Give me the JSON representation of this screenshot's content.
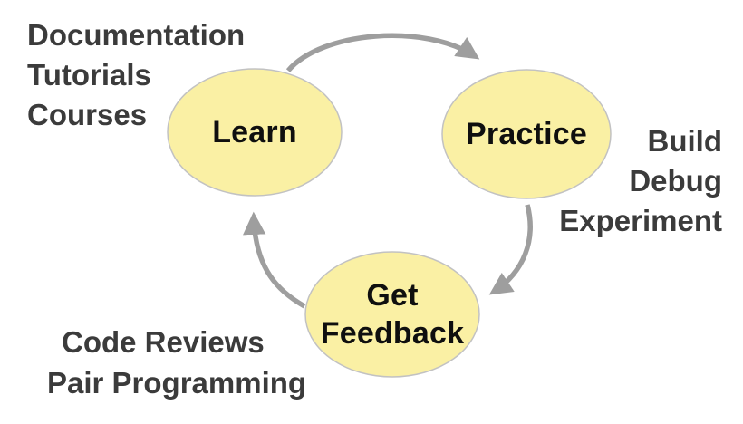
{
  "diagram": {
    "nodes": [
      {
        "id": "learn",
        "label": "Learn"
      },
      {
        "id": "practice",
        "label": "Practice"
      },
      {
        "id": "get_feedback",
        "label": "Get Feedback",
        "lines": [
          "Get",
          "Feedback"
        ]
      }
    ],
    "annotations": {
      "learn_inputs": [
        "Documentation",
        "Tutorials",
        "Courses"
      ],
      "practice_activities": [
        "Build",
        "Debug",
        "Experiment"
      ],
      "feedback_sources": [
        "Code Reviews",
        "Pair Programming"
      ]
    },
    "arrows": [
      {
        "id": "learn-to-practice",
        "from": "Learn",
        "to": "Practice"
      },
      {
        "id": "practice-to-feedback",
        "from": "Practice",
        "to": "Get Feedback"
      },
      {
        "id": "feedback-to-learn",
        "from": "Get Feedback",
        "to": "Learn"
      }
    ],
    "colors": {
      "node_fill": "#FAF0A4",
      "node_border": "#C2C2C2",
      "arrow": "#9E9E9E",
      "annotation_text": "#3B3B3B",
      "node_text": "#0F0F0F",
      "background": "#FFFFFF"
    }
  }
}
